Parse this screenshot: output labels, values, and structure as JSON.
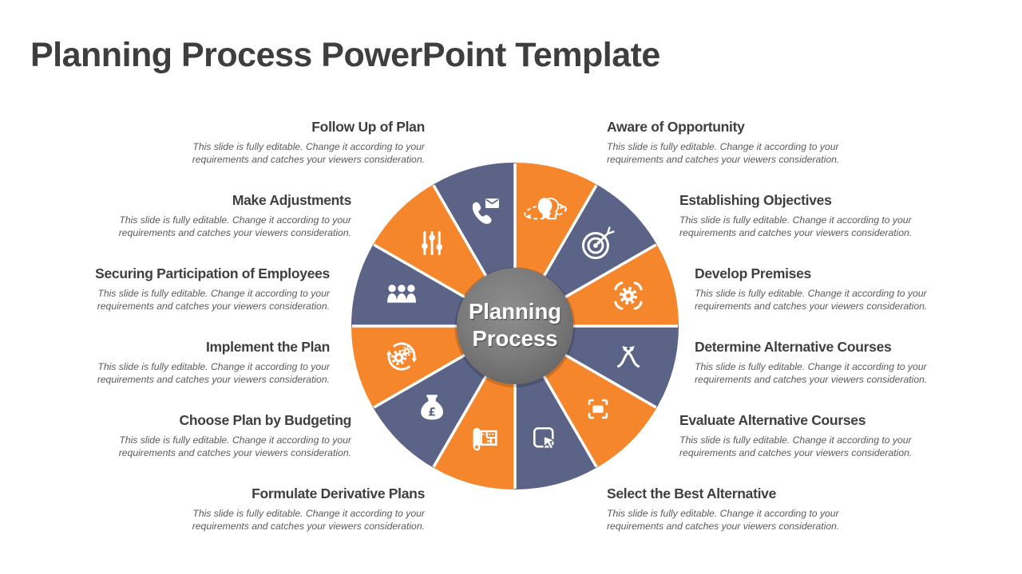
{
  "page_title": "Planning Process PowerPoint Template",
  "colors": {
    "orange": "#F6862C",
    "blue": "#5B6386",
    "heading_text": "#3F3F3F",
    "description_text": "#5A5A5A",
    "center_circle_gray": "#7A7A7A",
    "center_label_text": "#FFFFFF"
  },
  "wheel": {
    "center_lines": [
      "Planning",
      "Process"
    ]
  },
  "steps": [
    {
      "title": "Aware of Opportunity",
      "icon": "head-orbit",
      "color": "orange",
      "description": "This slide is fully editable. Change it according to your requirements and catches your viewers consideration."
    },
    {
      "title": "Establishing Objectives",
      "icon": "target-dart",
      "color": "blue",
      "description": "This slide is fully editable. Change it according to your requirements and catches your viewers consideration."
    },
    {
      "title": "Develop Premises",
      "icon": "gear-focus",
      "color": "orange",
      "description": "This slide is fully editable. Change it according to your requirements and catches your viewers consideration."
    },
    {
      "title": "Determine Alternative Courses",
      "icon": "shuffle-arrows",
      "color": "blue",
      "description": "This slide is fully editable. Change it according to your requirements and catches your viewers consideration."
    },
    {
      "title": "Evaluate Alternative Courses",
      "icon": "focus-square",
      "color": "orange",
      "description": "This slide is fully editable. Change it according to your requirements and catches your viewers consideration."
    },
    {
      "title": "Select the Best Alternative",
      "icon": "cursor-select",
      "color": "blue",
      "description": "This slide is fully editable. Change it according to your requirements and catches your viewers consideration."
    },
    {
      "title": "Formulate Derivative Plans",
      "icon": "blueprint",
      "color": "orange",
      "description": "This slide is fully editable. Change it according to your requirements and catches your viewers consideration."
    },
    {
      "title": "Choose Plan by Budgeting",
      "icon": "money-bag",
      "color": "blue",
      "description": "This slide is fully editable. Change it according to your requirements and catches your viewers consideration."
    },
    {
      "title": "Implement the Plan",
      "icon": "process-gears",
      "color": "orange",
      "description": "This slide is fully editable. Change it according to your requirements and catches your viewers consideration."
    },
    {
      "title": "Securing Participation of Employees",
      "icon": "people",
      "color": "blue",
      "description": "This slide is fully editable. Change it according to your requirements and catches your viewers consideration."
    },
    {
      "title": "Make Adjustments",
      "icon": "sliders",
      "color": "orange",
      "description": "This slide is fully editable. Change it according to your requirements and catches your viewers consideration."
    },
    {
      "title": "Follow Up of Plan",
      "icon": "phone-mail",
      "color": "blue",
      "description": "This slide is fully editable. Change it according to your requirements and catches your viewers consideration."
    }
  ]
}
